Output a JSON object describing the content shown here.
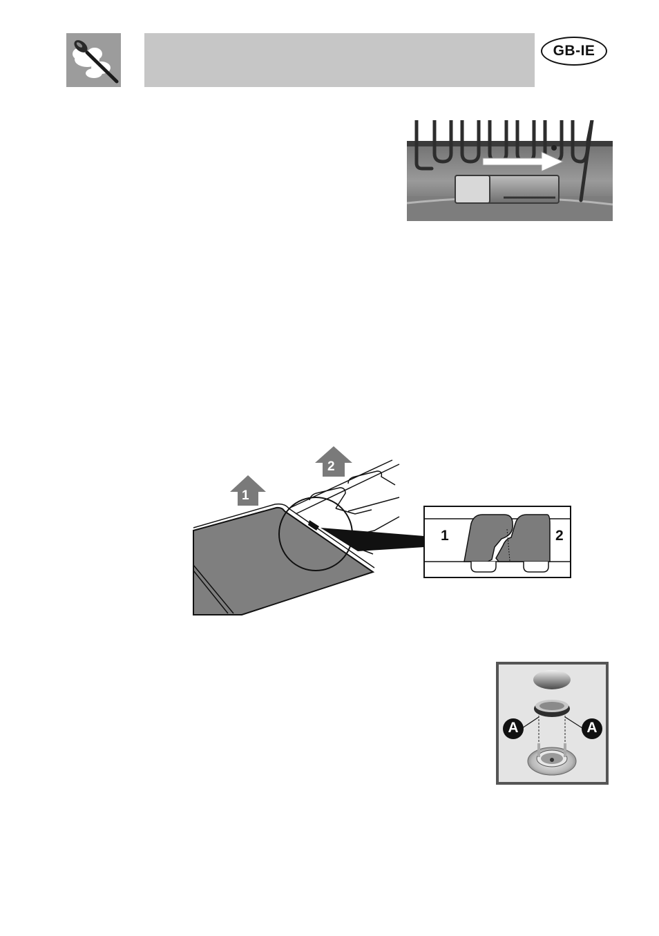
{
  "header": {
    "language_badge": "GB-IE"
  },
  "figure_tray": {
    "arrow_1": "1",
    "arrow_2": "2",
    "detail_label_1": "1",
    "detail_label_2": "2"
  },
  "figure_burner": {
    "label_left": "A",
    "label_right": "A"
  }
}
